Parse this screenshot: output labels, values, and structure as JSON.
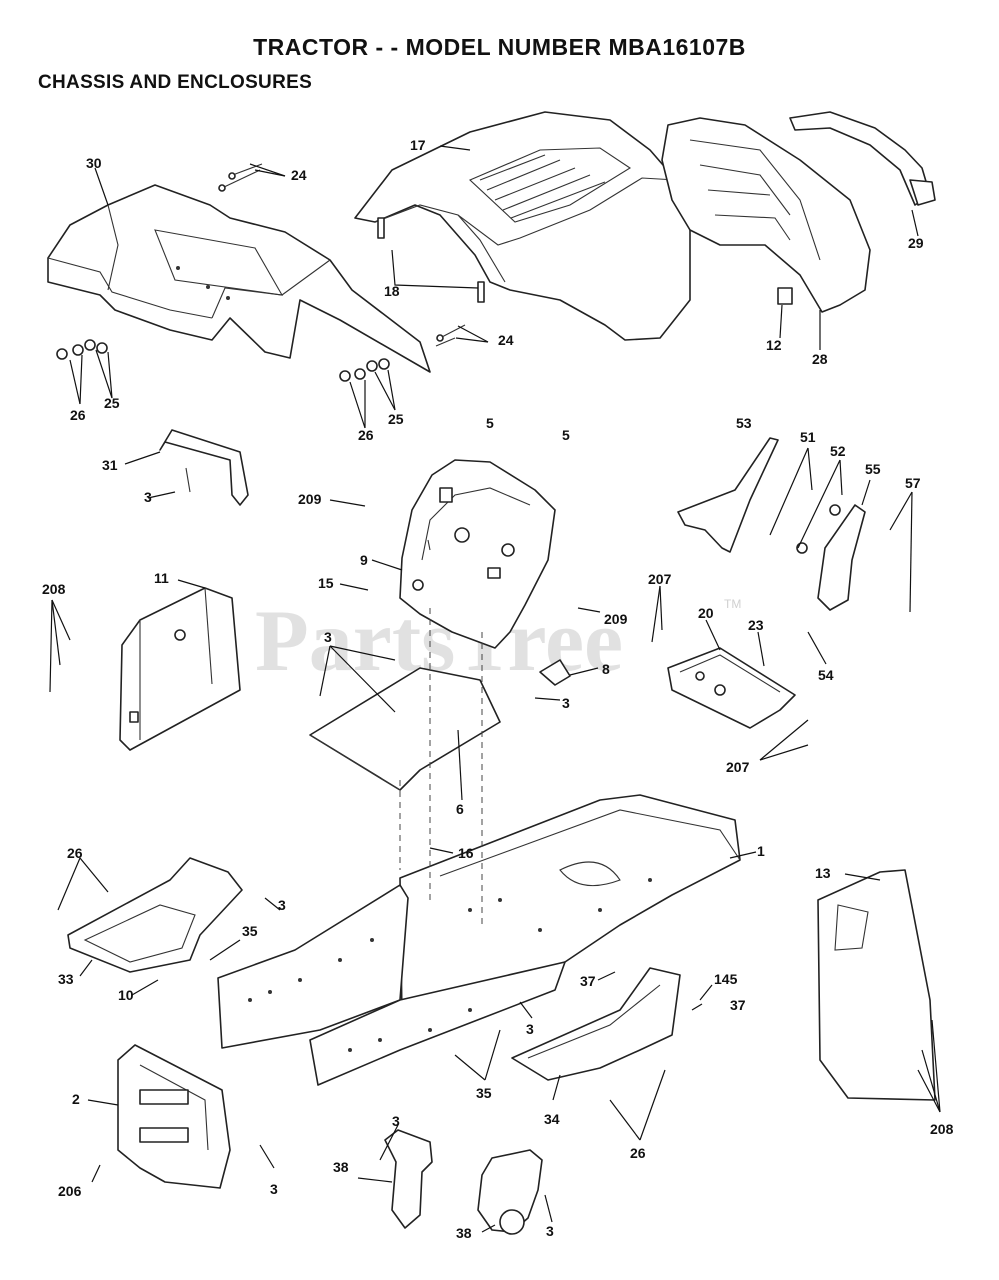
{
  "header": {
    "title": "TRACTOR - - MODEL NUMBER MBA16107B",
    "subtitle": "CHASSIS AND ENCLOSURES"
  },
  "watermark": {
    "text": "PartsTree",
    "mark": "TM"
  },
  "labels": {
    "l30": "30",
    "l24a": "24",
    "l24b": "24",
    "l17": "17",
    "l18": "18",
    "l29": "29",
    "l12": "12",
    "l28": "28",
    "l26a": "26",
    "l25a": "25",
    "l26b": "26",
    "l25b": "25",
    "l5a": "5",
    "l5b": "5",
    "l53": "53",
    "l51": "51",
    "l52": "52",
    "l55": "55",
    "l57": "57",
    "l31": "31",
    "l3a": "3",
    "l209a": "209",
    "l9": "9",
    "l11": "11",
    "l208a": "208",
    "l15": "15",
    "l3b": "3",
    "l207a": "207",
    "l20": "20",
    "l23": "23",
    "l209b": "209",
    "l8": "8",
    "l3c": "3",
    "l54": "54",
    "l207b": "207",
    "l6": "6",
    "l16": "16",
    "l1": "1",
    "l26c": "26",
    "l3d": "3",
    "l35a": "35",
    "l13": "13",
    "l33": "33",
    "l10": "10",
    "l37a": "37",
    "l145": "145",
    "l37b": "37",
    "l3e": "3",
    "l2": "2",
    "l35b": "35",
    "l34": "34",
    "l208b": "208",
    "l3f": "3",
    "l26d": "26",
    "l3g": "3",
    "l206": "206",
    "l38a": "38",
    "l38b": "38",
    "l3h": "3"
  }
}
